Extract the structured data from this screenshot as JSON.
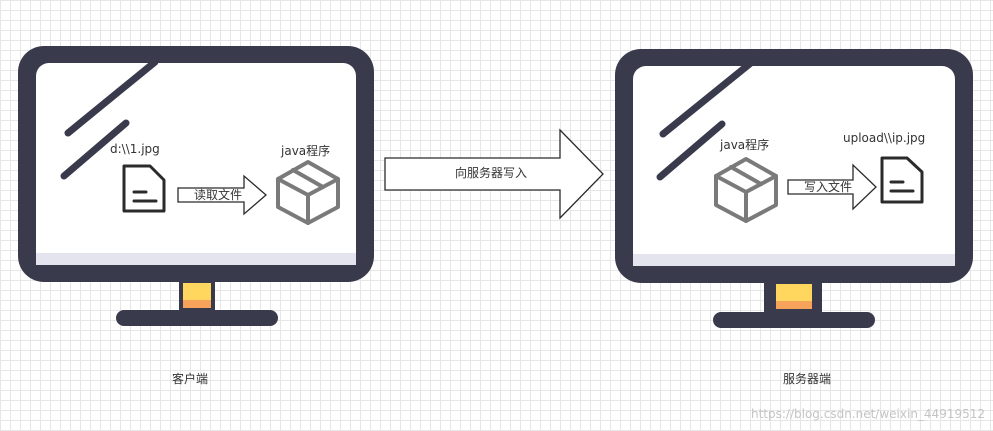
{
  "client": {
    "file_label": "d:\\\\1.jpg",
    "program_label": "java程序",
    "action_label": "读取文件",
    "caption": "客户端"
  },
  "transfer": {
    "label": "向服务器写入"
  },
  "server": {
    "program_label": "java程序",
    "file_label": "upload\\\\ip.jpg",
    "action_label": "写入文件",
    "caption": "服务器端"
  },
  "watermark": "https://blog.csdn.net/weixin_44919512",
  "colors": {
    "monitor_frame": "#3a3a4d",
    "screen_shadow": "#e4e4ef",
    "stand_accent": "#ffd75e",
    "stand_accent_bottom": "#f7a35c",
    "package": "#7a7a7a"
  }
}
